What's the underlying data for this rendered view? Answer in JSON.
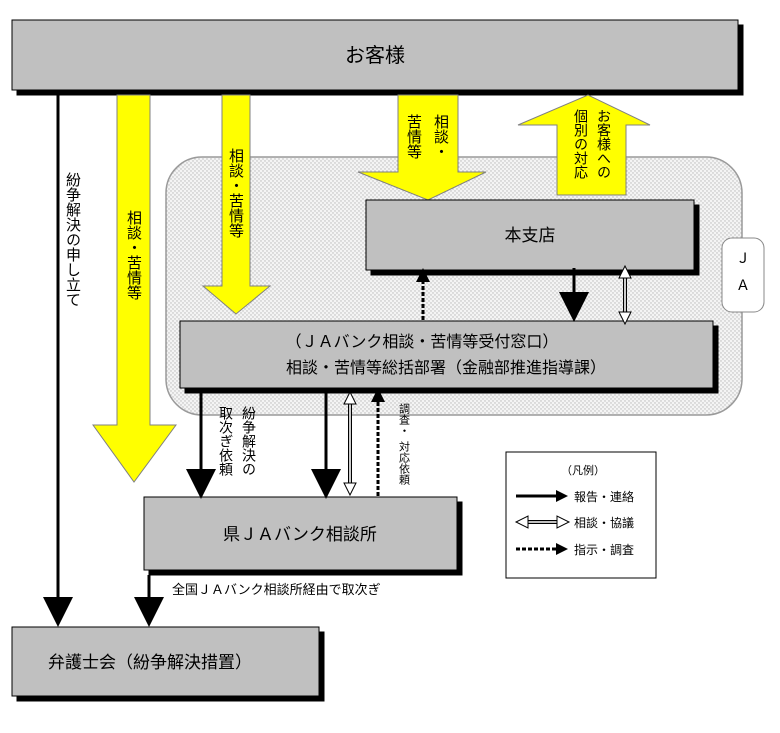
{
  "customers": "お客様",
  "branch": "本支店",
  "ja_label_1": "Ｊ",
  "ja_label_2": "Ａ",
  "center_line1": "（ＪＡバンク相談・苦情等受付窓口）",
  "center_line2": "相談・苦情等総括部署（金融部推進指導課）",
  "prefecture": "県ＪＡバンク相談所",
  "lawyers": "弁護士会（紛争解決措置）",
  "via_national": "全国ＪＡバンク相談所経由で取次ぎ",
  "arrow_dispute_petition": "紛争解決の申し立て",
  "arrow_consult_left": "相談・苦情等",
  "arrow_consult_mid": "相談・苦情等",
  "arrow_consult_top_col1": "相談・",
  "arrow_consult_top_col2": "苦情等",
  "arrow_individual_col1": "お客様への",
  "arrow_individual_col2": "個別の対応",
  "dispute_forward_col1": "紛争解決の",
  "dispute_forward_col2": "取次ぎ依頼",
  "investigate_col1": "調査・",
  "investigate_col2": "対応依頼",
  "legend": {
    "title": "（凡例）",
    "report": "報告・連絡",
    "consult": "相談・協議",
    "instruct": "指示・調査"
  },
  "colors": {
    "box_fill": "#c0c0c0",
    "arrow_yellow": "#ffff00",
    "ja_area": "#eeeeee"
  }
}
